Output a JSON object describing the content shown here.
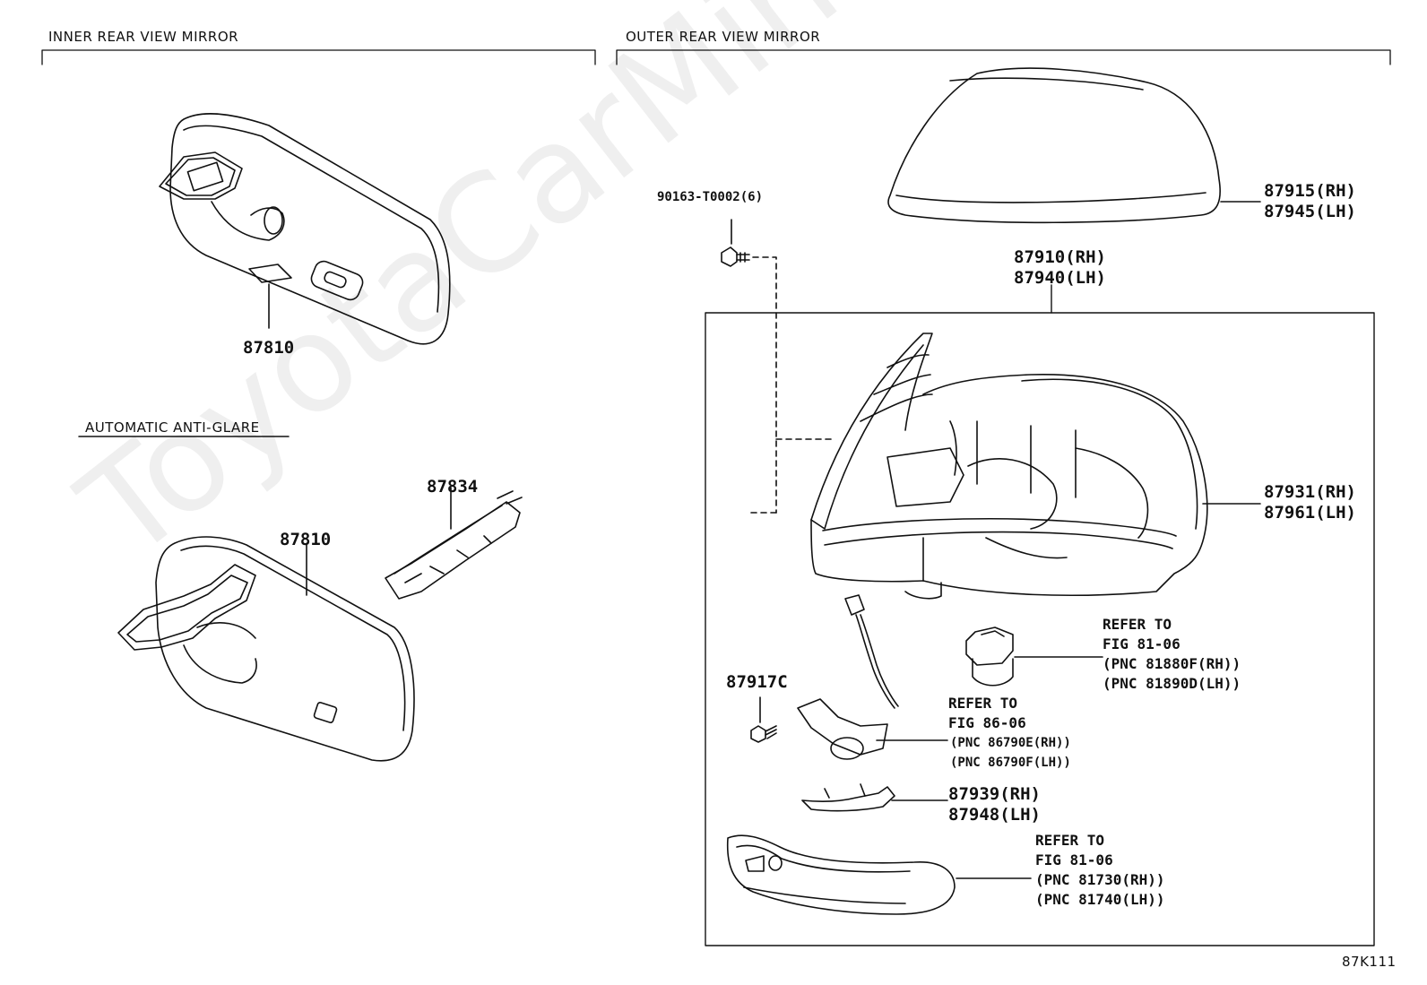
{
  "sections": {
    "inner": "INNER REAR VIEW MIRROR",
    "outer": "OUTER REAR VIEW MIRROR",
    "anti_glare": "AUTOMATIC ANTI-GLARE"
  },
  "parts": {
    "inner_mirror": "87810",
    "anti_glare_mirror": "87810",
    "anti_glare_cover": "87834",
    "screw": "90163-T0002(6)",
    "cover_rh": "87915(RH)",
    "cover_lh": "87945(LH)",
    "assy_rh": "87910(RH)",
    "assy_lh": "87940(LH)",
    "mirror_rh": "87931(RH)",
    "mirror_lh": "87961(LH)",
    "bolt": "87917C",
    "bracket_rh": "87939(RH)",
    "bracket_lh": "87948(LH)"
  },
  "refs": {
    "lamp": [
      "REFER TO",
      "FIG 81-06",
      "(PNC 81880F(RH))",
      "(PNC 81890D(LH))"
    ],
    "camera": [
      "REFER TO",
      "FIG 86-06",
      "(PNC 86790E(RH))",
      "(PNC 86790F(LH))"
    ],
    "turn_signal": [
      "REFER TO",
      "FIG 81-06",
      "(PNC 81730(RH))",
      "(PNC 81740(LH))"
    ]
  },
  "figure_code": "87K111",
  "watermark": "ToyotaCarMine.ru"
}
